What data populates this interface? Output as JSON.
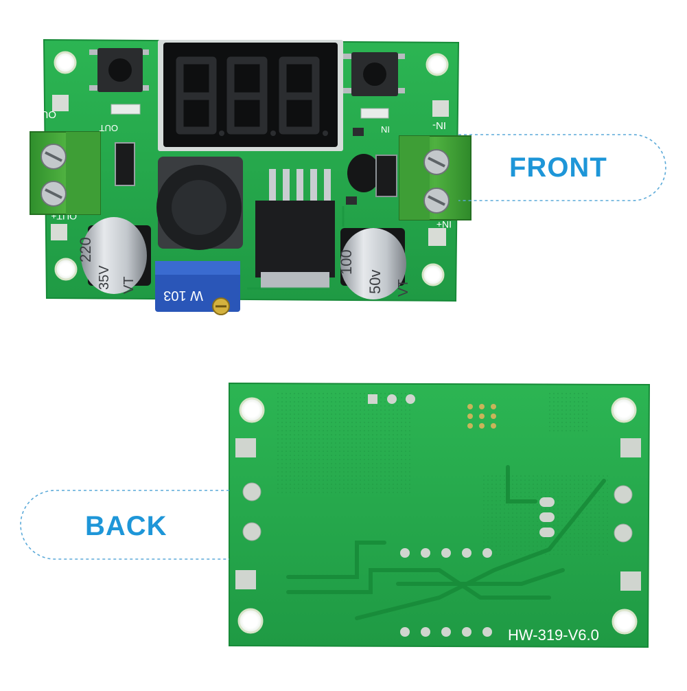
{
  "colors": {
    "pcb_green": "#23a84a",
    "pcb_dark": "#168a36",
    "label_blue": "#1e96d8",
    "dash_blue": "#5aa9d8"
  },
  "labels": {
    "front": "FRONT",
    "back": "BACK"
  },
  "front_board": {
    "silk_out_top": "OUT-",
    "silk_out_small": "OUT",
    "silk_in_top": "IN-",
    "silk_in_small": "IN",
    "silk_out_plus": "OUT+",
    "silk_in_plus": "IN+",
    "cap_left": [
      "220",
      "35V",
      "VT"
    ],
    "cap_right": [
      "100",
      "50v",
      "VT"
    ],
    "pot_label": "W 103",
    "display_digits": "888"
  },
  "back_board": {
    "model": "HW-319-V6.0"
  }
}
